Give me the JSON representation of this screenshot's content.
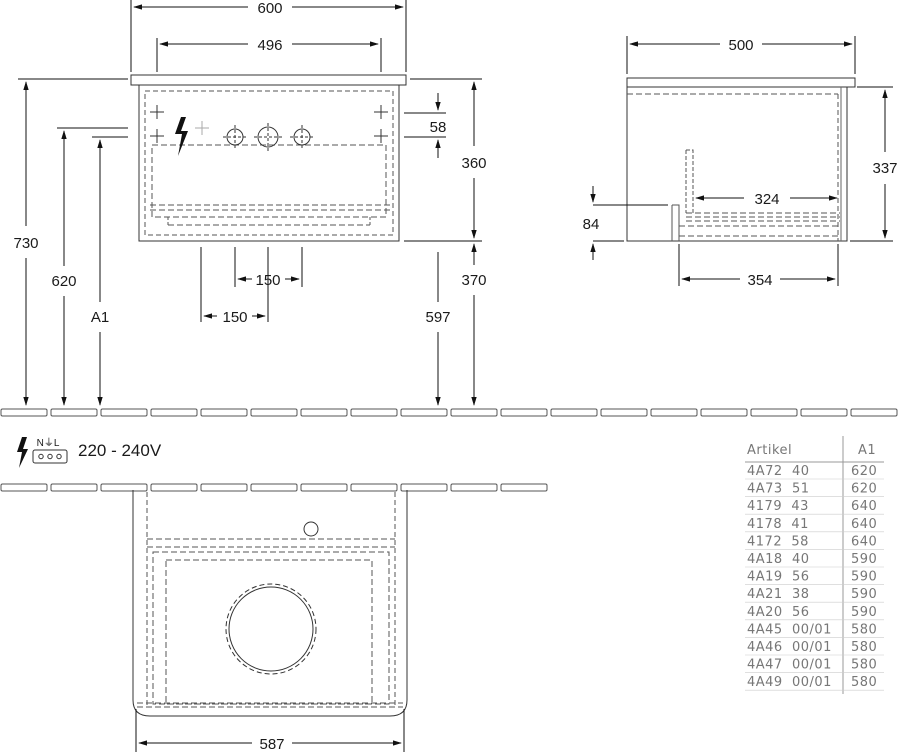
{
  "front_view": {
    "dim_width_total": "600",
    "dim_width_inner": "496",
    "dim_height_cabinet": "360",
    "dim_height_below": "370",
    "dim_total_height": "730",
    "dim_620": "620",
    "dim_a1": "A1",
    "dim_58": "58",
    "dim_597": "597",
    "dim_150_a": "150",
    "dim_150_b": "150"
  },
  "side_view": {
    "dim_depth_total": "500",
    "dim_height": "337",
    "dim_324": "324",
    "dim_84": "84",
    "dim_354": "354"
  },
  "power": {
    "label": "220 - 240V",
    "terminals": "N⏚L"
  },
  "top_view": {
    "dim_width": "587"
  },
  "table": {
    "headers": [
      "Artikel",
      "A1"
    ],
    "rows": [
      [
        "4A72  40",
        "620"
      ],
      [
        "4A73  51",
        "620"
      ],
      [
        "4179  43",
        "640"
      ],
      [
        "4178  41",
        "640"
      ],
      [
        "4172  58",
        "640"
      ],
      [
        "4A18  40",
        "590"
      ],
      [
        "4A19  56",
        "590"
      ],
      [
        "4A21  38",
        "590"
      ],
      [
        "4A20  56",
        "590"
      ],
      [
        "4A45  00/01",
        "580"
      ],
      [
        "4A46  00/01",
        "580"
      ],
      [
        "4A47  00/01",
        "580"
      ],
      [
        "4A49  00/01",
        "580"
      ]
    ]
  }
}
